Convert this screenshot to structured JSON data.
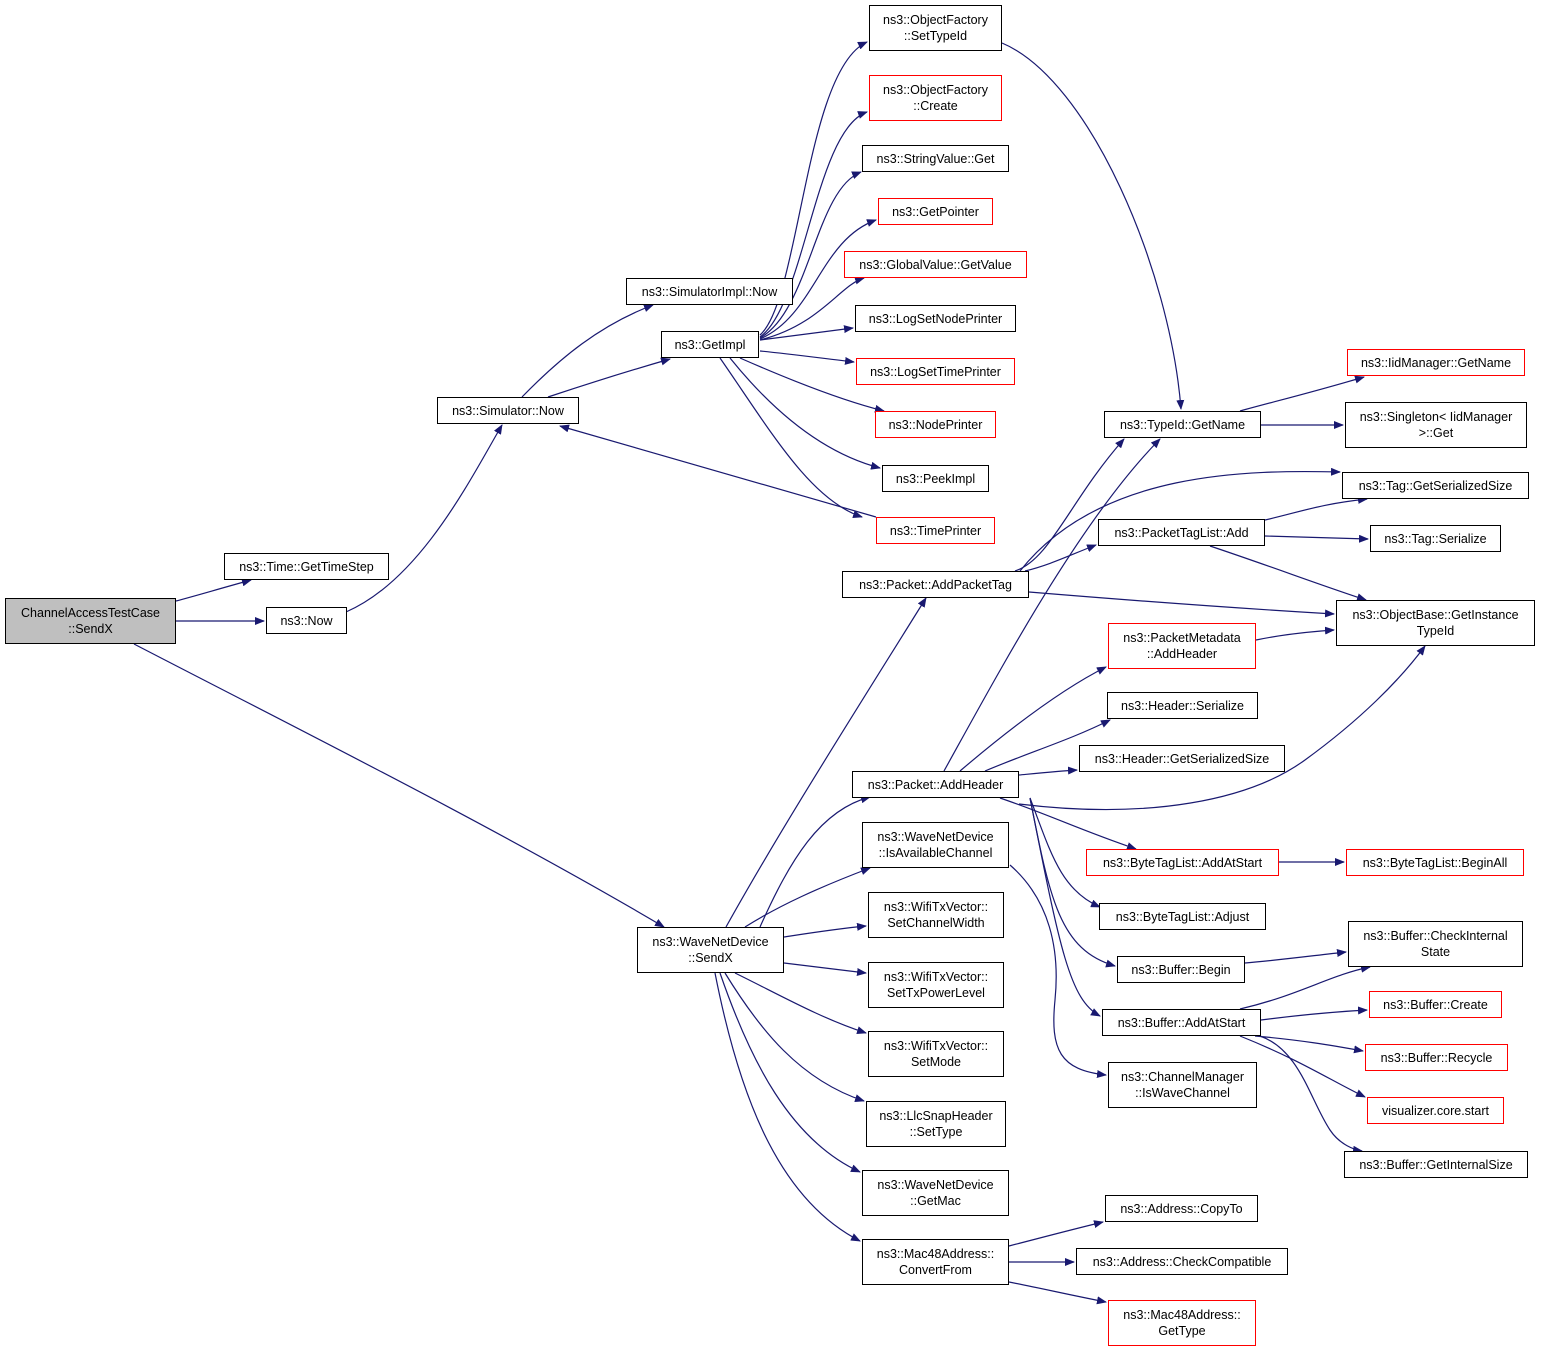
{
  "colors": {
    "edge": "#191970",
    "node_border": "#000000",
    "undocumented_border": "#ff0000",
    "root_fill": "#bfbfbf"
  },
  "nodes": {
    "root": "ChannelAccessTestCase\n::SendX",
    "time_gettimestep": "ns3::Time::GetTimeStep",
    "now": "ns3::Now",
    "simulator_now": "ns3::Simulator::Now",
    "simulatorimpl_now": "ns3::SimulatorImpl::Now",
    "getimpl": "ns3::GetImpl",
    "of_settypeid": "ns3::ObjectFactory\n::SetTypeId",
    "of_create": "ns3::ObjectFactory\n::Create",
    "stringvalue_get": "ns3::StringValue::Get",
    "getpointer": "ns3::GetPointer",
    "globalvalue_getvalue": "ns3::GlobalValue::GetValue",
    "logsetnodeprinter": "ns3::LogSetNodePrinter",
    "logsettimeprinter": "ns3::LogSetTimePrinter",
    "nodeprinter": "ns3::NodePrinter",
    "peekimpl": "ns3::PeekImpl",
    "timeprinter": "ns3::TimePrinter",
    "typeid_getname": "ns3::TypeId::GetName",
    "iidmanager_getname": "ns3::IidManager::GetName",
    "singleton_get": "ns3::Singleton< IidManager\n>::Get",
    "tag_getserializedsize": "ns3::Tag::GetSerializedSize",
    "packettaglist_add": "ns3::PacketTagList::Add",
    "tag_serialize": "ns3::Tag::Serialize",
    "packet_addpackettag": "ns3::Packet::AddPacketTag",
    "objectbase_getinstancetypeid": "ns3::ObjectBase::GetInstance\nTypeId",
    "packetmetadata_addheader": "ns3::PacketMetadata\n::AddHeader",
    "header_serialize": "ns3::Header::Serialize",
    "header_getserializedsize": "ns3::Header::GetSerializedSize",
    "packet_addheader": "ns3::Packet::AddHeader",
    "wnd_isavailablechannel": "ns3::WaveNetDevice\n::IsAvailableChannel",
    "bytetaglist_addatstart": "ns3::ByteTagList::AddAtStart",
    "bytetaglist_beginall": "ns3::ByteTagList::BeginAll",
    "bytetaglist_adjust": "ns3::ByteTagList::Adjust",
    "wnd_sendx": "ns3::WaveNetDevice\n::SendX",
    "wtv_setchannelwidth": "ns3::WifiTxVector::\nSetChannelWidth",
    "buffer_begin": "ns3::Buffer::Begin",
    "buffer_checkinternalstate": "ns3::Buffer::CheckInternal\nState",
    "wtv_settxpowerlevel": "ns3::WifiTxVector::\nSetTxPowerLevel",
    "buffer_addatstart": "ns3::Buffer::AddAtStart",
    "buffer_create": "ns3::Buffer::Create",
    "wtv_setmode": "ns3::WifiTxVector::\nSetMode",
    "buffer_recycle": "ns3::Buffer::Recycle",
    "channelmanager_iswavechannel": "ns3::ChannelManager\n::IsWaveChannel",
    "llcsnapheader_settype": "ns3::LlcSnapHeader\n::SetType",
    "visualizer_core_start": "visualizer.core.start",
    "buffer_getinternalsize": "ns3::Buffer::GetInternalSize",
    "wnd_getmac": "ns3::WaveNetDevice\n::GetMac",
    "address_copyto": "ns3::Address::CopyTo",
    "mac48_convertfrom": "ns3::Mac48Address::\nConvertFrom",
    "address_checkcompatible": "ns3::Address::CheckCompatible",
    "mac48_gettype": "ns3::Mac48Address::\nGetType"
  }
}
